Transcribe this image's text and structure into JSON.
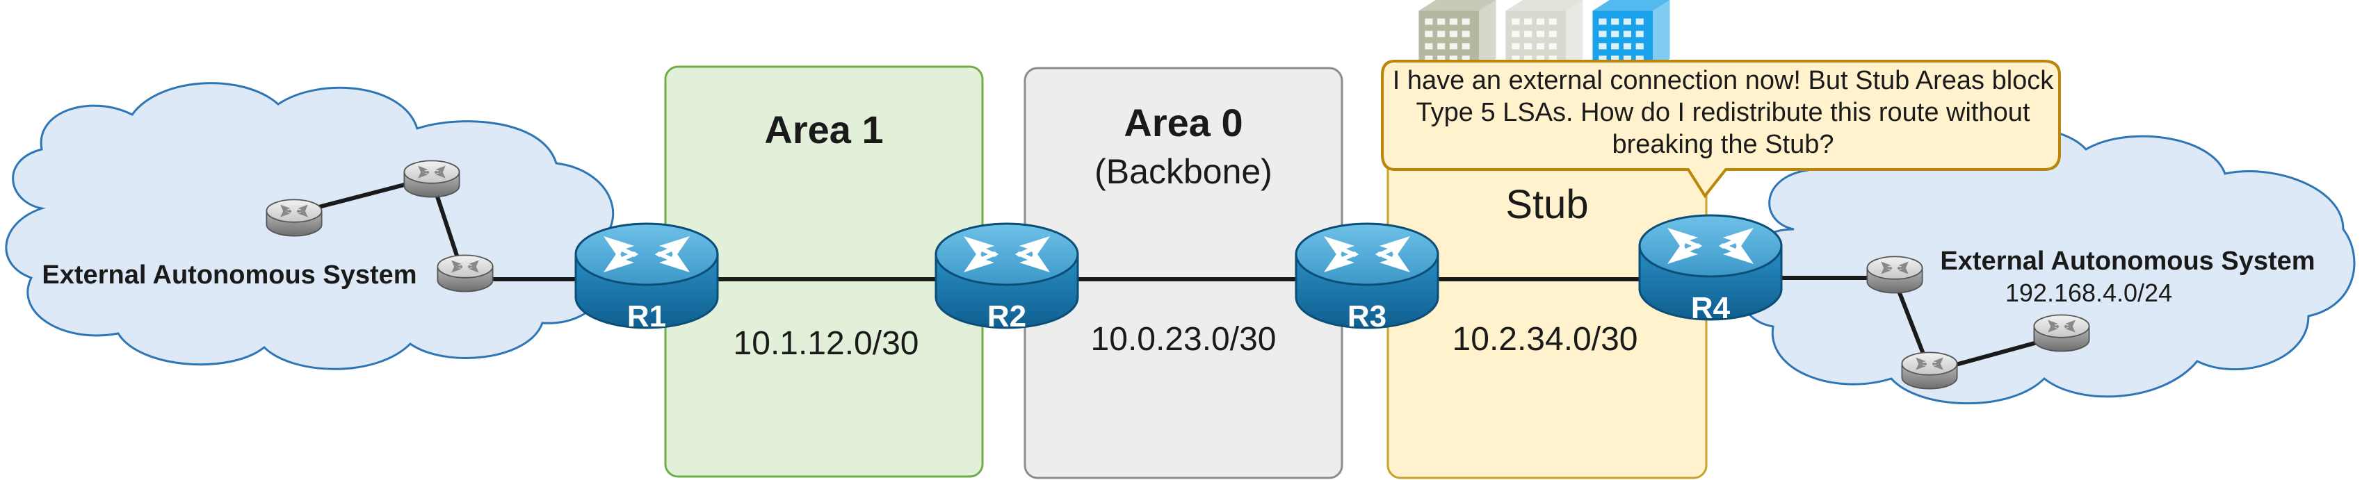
{
  "areas": [
    {
      "title": "Area 1",
      "subtitle": "",
      "color": "#e2efd9",
      "border": "#70ad47"
    },
    {
      "title": "Area 0",
      "subtitle": "(Backbone)",
      "color": "#ededed",
      "border": "#8c8c8c"
    },
    {
      "title": "Stub",
      "subtitle": "",
      "color": "#fff2cc",
      "border": "#c9a227"
    }
  ],
  "routers": [
    {
      "label": "R1"
    },
    {
      "label": "R2"
    },
    {
      "label": "R3"
    },
    {
      "label": "R4"
    }
  ],
  "subnets": [
    "10.1.12.0/30",
    "10.0.23.0/30",
    "10.2.34.0/30"
  ],
  "external_left": {
    "title": "External Autonomous System"
  },
  "external_right": {
    "title": "External Autonomous System",
    "subnet": "192.168.4.0/24"
  },
  "callout": {
    "text": "I have an external connection now! But Stub Areas block Type 5 LSAs. How do I redistribute this route without breaking the Stub?"
  },
  "icons": {
    "router": "router-icon",
    "small_router": "small-router-icon",
    "building": "building-icon",
    "cloud": "cloud-icon"
  },
  "colors": {
    "router_top": "#4aa3cf",
    "router_body": "#1f7db0",
    "cloud_fill": "#dde9f6",
    "cloud_stroke": "#2e75b6",
    "callout_fill": "#fff2cc",
    "callout_stroke": "#b8860b",
    "building_1": "#b5b8a0",
    "building_2": "#d9d9cf",
    "building_3": "#1aa3ea"
  }
}
